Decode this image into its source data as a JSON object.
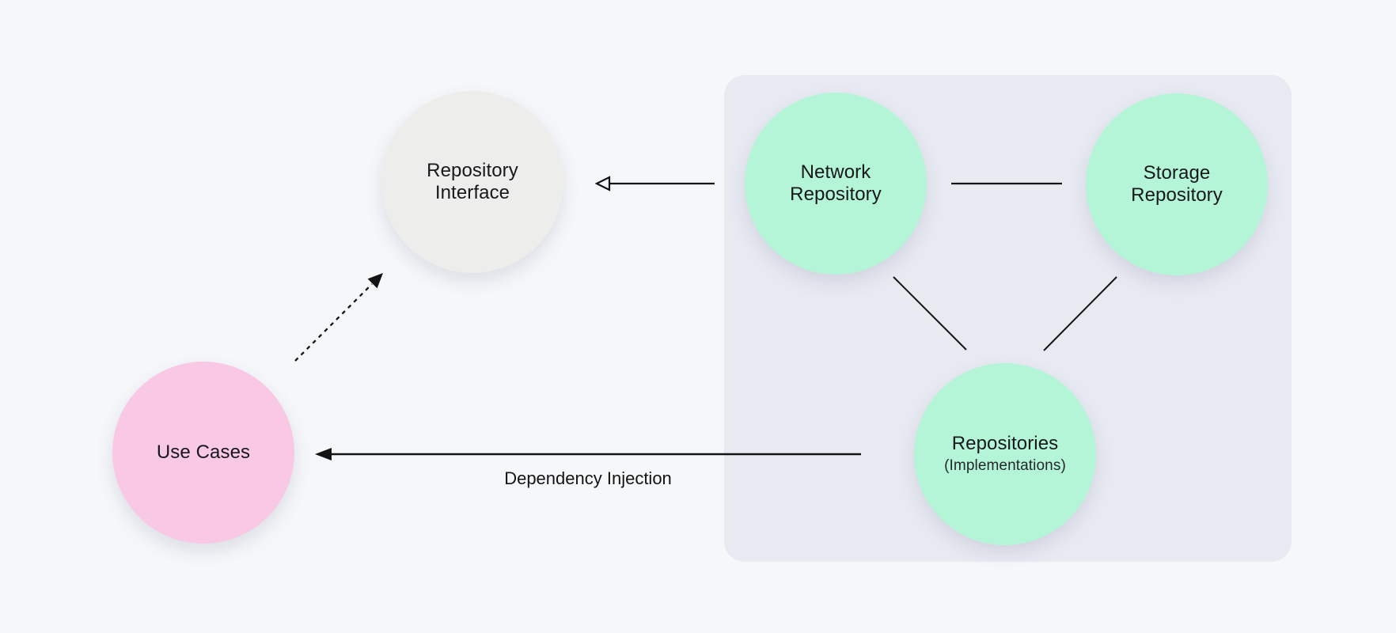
{
  "diagram": {
    "nodes": {
      "repository_interface": {
        "line1": "Repository",
        "line2": "Interface",
        "color": "#EDEDEB"
      },
      "use_cases": {
        "line1": "Use Cases",
        "color": "#F9C8E5"
      },
      "network_repository": {
        "line1": "Network",
        "line2": "Repository",
        "color": "#B4F5D7"
      },
      "storage_repository": {
        "line1": "Storage",
        "line2": "Repository",
        "color": "#B4F5D7"
      },
      "repositories": {
        "line1": "Repositories",
        "sublabel": "(Implementations)",
        "color": "#B4F5D7"
      }
    },
    "edge_labels": {
      "dependency_injection": "Dependency Injection"
    },
    "colors": {
      "background": "#F5F7F9",
      "implementations_container": "#E8EAF2",
      "line": "#141414"
    }
  }
}
